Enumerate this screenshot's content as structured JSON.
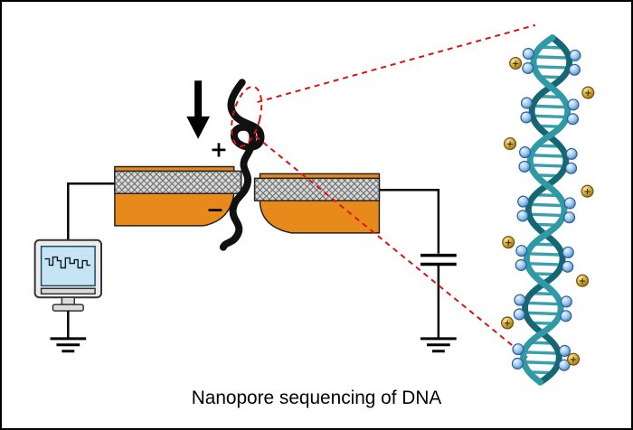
{
  "caption": "Nanopore sequencing of DNA",
  "electrode": {
    "positive_label": "+",
    "negative_label": "−"
  },
  "helix": {
    "plus_symbol": "+",
    "positive_ion_count": 8,
    "blue_ion_count": 28
  },
  "colors": {
    "orange": "#E8891C",
    "hatch_bg": "#d9d9d9",
    "hatch_line": "#666666",
    "dna_black": "#111111",
    "zoom_red": "#dd1111",
    "helix_dark": "#156873",
    "helix_mid": "#2f9aa6",
    "helix_rung": "#3aa0ac",
    "ion_blue": "#a8d4f0",
    "ion_gold": "#c9a227",
    "monitor_screen": "#c7e4f4"
  }
}
